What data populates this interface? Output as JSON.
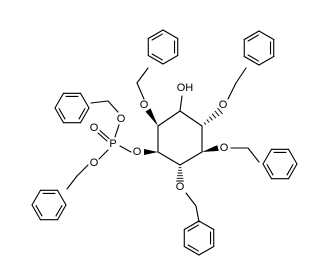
{
  "molecule": {
    "atoms": {
      "hydroxyl": "OH",
      "oxygen": "O",
      "phosphorus": "P"
    }
  }
}
